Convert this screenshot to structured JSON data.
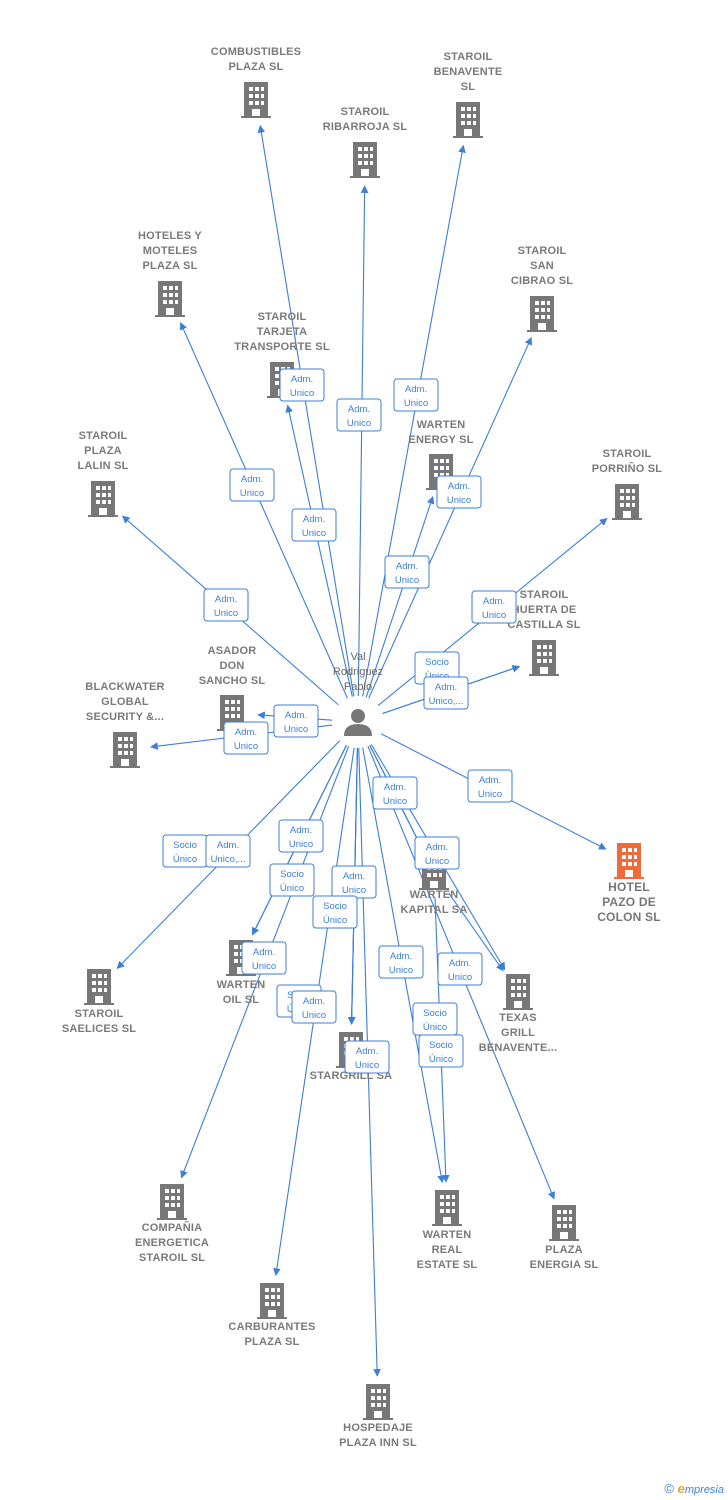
{
  "center": {
    "id": "val",
    "label": [
      "Val",
      "Rodriguez",
      "Pablo"
    ],
    "kind": "person"
  },
  "colors": {
    "edge": "#3b7fd6",
    "building": "#777777",
    "highlight": "#f26a3a"
  },
  "nodes": [
    {
      "id": "combustibles",
      "label": [
        "COMBUSTIBLES",
        "PLAZA SL"
      ]
    },
    {
      "id": "staroil_benavente",
      "label": [
        "STAROIL",
        "BENAVENTE",
        "SL"
      ]
    },
    {
      "id": "staroil_ribarroja",
      "label": [
        "STAROIL",
        "RIBARROJA  SL"
      ]
    },
    {
      "id": "hoteles",
      "label": [
        "HOTELES Y",
        "MOTELES",
        "PLAZA SL"
      ]
    },
    {
      "id": "staroil_sancibrao",
      "label": [
        "STAROIL",
        "SAN",
        "CIBRAO  SL"
      ]
    },
    {
      "id": "staroil_tarjeta",
      "label": [
        "STAROIL",
        "TARJETA",
        "TRANSPORTE SL"
      ]
    },
    {
      "id": "warten_energy",
      "label": [
        "WARTEN",
        "ENERGY  SL"
      ]
    },
    {
      "id": "staroil_lalin",
      "label": [
        "STAROIL",
        "PLAZA",
        "LALIN  SL"
      ]
    },
    {
      "id": "staroil_porrino",
      "label": [
        "STAROIL",
        "PORRIÑO  SL"
      ]
    },
    {
      "id": "staroil_huerta",
      "label": [
        "STAROIL",
        "HUERTA DE",
        "CASTILLA  SL"
      ]
    },
    {
      "id": "asador",
      "label": [
        "ASADOR",
        "DON",
        "SANCHO  SL"
      ]
    },
    {
      "id": "blackwater",
      "label": [
        "BLACKWATER",
        "GLOBAL",
        "SECURITY &..."
      ]
    },
    {
      "id": "hotel_pazo",
      "label": [
        "HOTEL",
        "PAZO DE",
        "COLON  SL"
      ],
      "highlight": true
    },
    {
      "id": "warten_kapital",
      "label": [
        "WARTEN",
        "KAPITAL SA"
      ]
    },
    {
      "id": "staroil_saelices",
      "label": [
        "STAROIL",
        "SAELICES  SL"
      ]
    },
    {
      "id": "warten_oil",
      "label": [
        "WARTEN",
        "OIL  SL"
      ]
    },
    {
      "id": "texas",
      "label": [
        "TEXAS",
        "GRILL",
        "BENAVENTE..."
      ]
    },
    {
      "id": "stargrill",
      "label": [
        "STARGRILL SA"
      ]
    },
    {
      "id": "compania",
      "label": [
        "COMPAÑIA",
        "ENERGETICA",
        "STAROIL  SL"
      ]
    },
    {
      "id": "warten_real",
      "label": [
        "WARTEN",
        "REAL",
        "ESTATE  SL"
      ]
    },
    {
      "id": "plaza_energia",
      "label": [
        "PLAZA",
        "ENERGIA SL"
      ]
    },
    {
      "id": "carburantes",
      "label": [
        "CARBURANTES",
        "PLAZA SL"
      ]
    },
    {
      "id": "hospedaje",
      "label": [
        "HOSPEDAJE",
        "PLAZA INN SL"
      ]
    }
  ],
  "relations": [
    {
      "lines": [
        "Adm.",
        "Unico"
      ]
    },
    {
      "lines": [
        "Adm.",
        "Unico"
      ]
    },
    {
      "lines": [
        "Adm.",
        "Unico"
      ]
    },
    {
      "lines": [
        "Adm.",
        "Unico"
      ]
    },
    {
      "lines": [
        "Adm.",
        "Unico"
      ]
    },
    {
      "lines": [
        "Adm.",
        "Unico"
      ]
    },
    {
      "lines": [
        "Adm.",
        "Unico"
      ]
    },
    {
      "lines": [
        "Adm.",
        "Unico"
      ]
    },
    {
      "lines": [
        "Adm.",
        "Unico"
      ]
    },
    {
      "lines": [
        "Adm.",
        "Unico"
      ]
    },
    {
      "lines": [
        "Socio",
        "Único"
      ]
    },
    {
      "lines": [
        "Adm.",
        "Unico,..."
      ]
    },
    {
      "lines": [
        "Adm.",
        "Unico"
      ]
    },
    {
      "lines": [
        "Adm.",
        "Unico"
      ]
    },
    {
      "lines": [
        "Adm.",
        "Unico"
      ]
    },
    {
      "lines": [
        "Adm.",
        "Unico"
      ]
    },
    {
      "lines": [
        "Socio",
        "Único"
      ]
    },
    {
      "lines": [
        "Adm.",
        "Unico,..."
      ]
    },
    {
      "lines": [
        "Adm.",
        "Unico"
      ]
    },
    {
      "lines": [
        "Adm.",
        "Unico"
      ]
    },
    {
      "lines": [
        "Socio",
        "Único"
      ]
    },
    {
      "lines": [
        "Adm.",
        "Unico"
      ]
    },
    {
      "lines": [
        "Socio",
        "Único"
      ]
    },
    {
      "lines": [
        "Adm.",
        "Unico"
      ]
    },
    {
      "lines": [
        "Adm.",
        "Unico"
      ]
    },
    {
      "lines": [
        "Adm.",
        "Unico"
      ]
    },
    {
      "lines": [
        "Socio",
        "Único"
      ]
    },
    {
      "lines": [
        "Socio",
        "Único"
      ]
    },
    {
      "lines": [
        "Socio",
        "Único"
      ]
    },
    {
      "lines": [
        "Adm.",
        "Unico"
      ]
    }
  ],
  "footer": {
    "copyright_symbol": "©",
    "brand_initial": "e",
    "brand_rest": "mpresia"
  }
}
